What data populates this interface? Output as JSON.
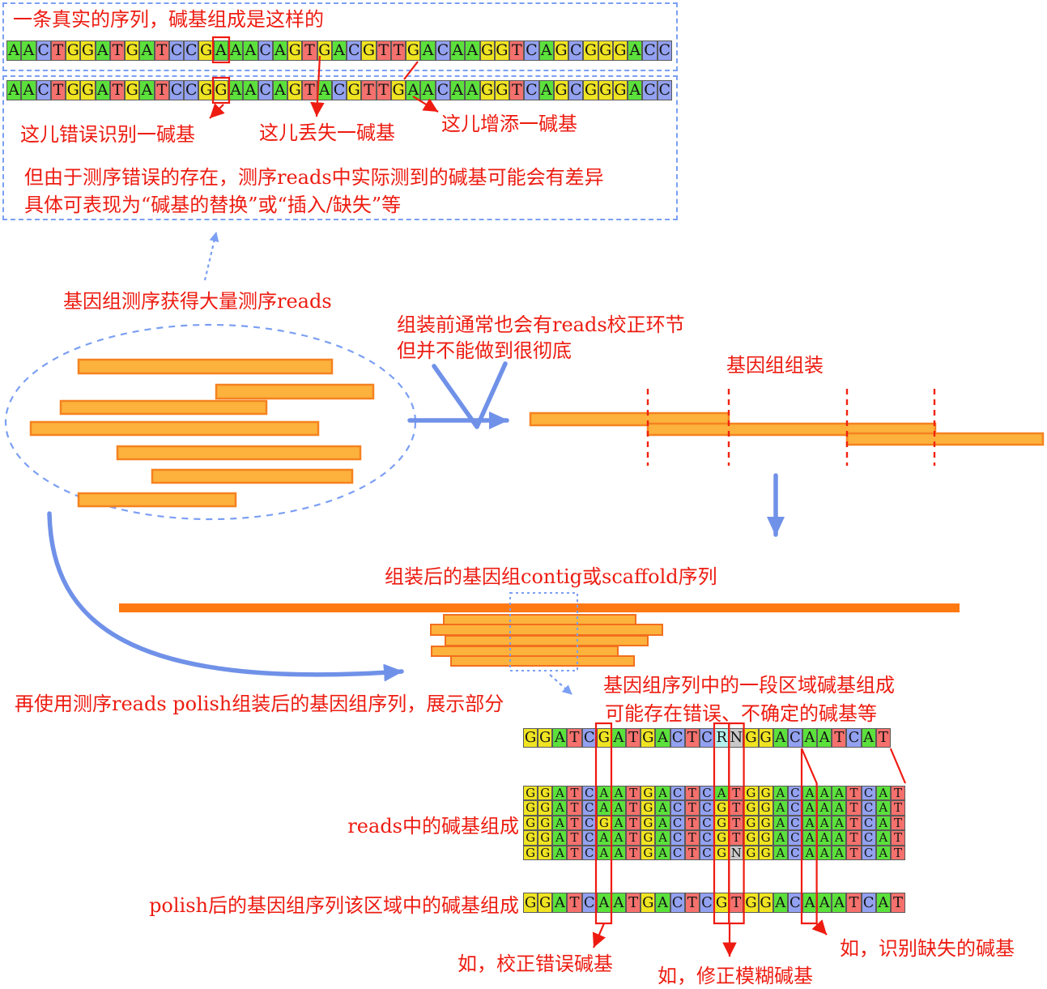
{
  "base_colors": {
    "A": "#5CE13C",
    "C": "#93A1F1",
    "G": "#F0E422",
    "T": "#F4716D",
    "R": "#B4F0EE",
    "N": "#C9C9C9"
  },
  "accent_colors": {
    "annotation_red": "#ED1C11",
    "arrow_blue": "#7091E8",
    "dashed_blue": "#7B9FF3",
    "read_bar_fill": "#FCB23C",
    "read_bar_stroke": "#F58220",
    "contig_orange": "#FF7913"
  },
  "top": {
    "box1_title": "一条真实的序列，碱基组成是这样的",
    "seq_true": "AACTGGATGATCCGAAACAGTGACGTTGACAAGGTCAGCGGGACC",
    "seq_read": "AACTGGATGATCCGGAACAGTACGTTGAACAAGGTCAGCGGGACC",
    "label_error": "这儿错误识别一碱基",
    "label_loss": "这儿丢失一碱基",
    "label_insert": "这儿增添一碱基",
    "note_line1": "但由于测序错误的存在，测序reads中实际测到的碱基可能会有差异",
    "note_line2": "具体可表现为“碱基的替换”或“插入/缺失”等"
  },
  "middle": {
    "reads_title": "基因组测序获得大量测序reads",
    "correction_note_line1": "组装前通常也会有reads校正环节",
    "correction_note_line2": "但并不能做到很彻底",
    "assembly_title": "基因组组装",
    "contig_title": "组装后的基因组contig或scaffold序列",
    "polish_note": "再使用测序reads polish组装后的基因组序列，展示部分",
    "region_note_line1": "基因组序列中的一段区域碱基组成",
    "region_note_line2": "可能存在错误、不确定的碱基等"
  },
  "bottom": {
    "draft_seq": "GGATCGATGACTCRNGGACAATCAT",
    "reads_label": "reads中的碱基组成",
    "reads_seqs": [
      "GGATCAATGACTCATGGACAAATCAT",
      "GGATCAATGACTCGTGGACAAATCAT",
      "GGATCGATGACTCGTGGACAAATCAT",
      "GGATCAATGACTCGTGGACAAATCAT",
      "GGATCAATGACTCGNGGACAAATCAT"
    ],
    "polish_label": "polish后的基因组序列该区域中的碱基组成",
    "polish_seq": "GGATCAATGACTCGTGGACAAATCAT",
    "label_fix_error": "如，校正错误碱基",
    "label_fix_ambiguous": "如，修正模糊碱基",
    "label_fix_missing": "如，识别缺失的碱基"
  }
}
